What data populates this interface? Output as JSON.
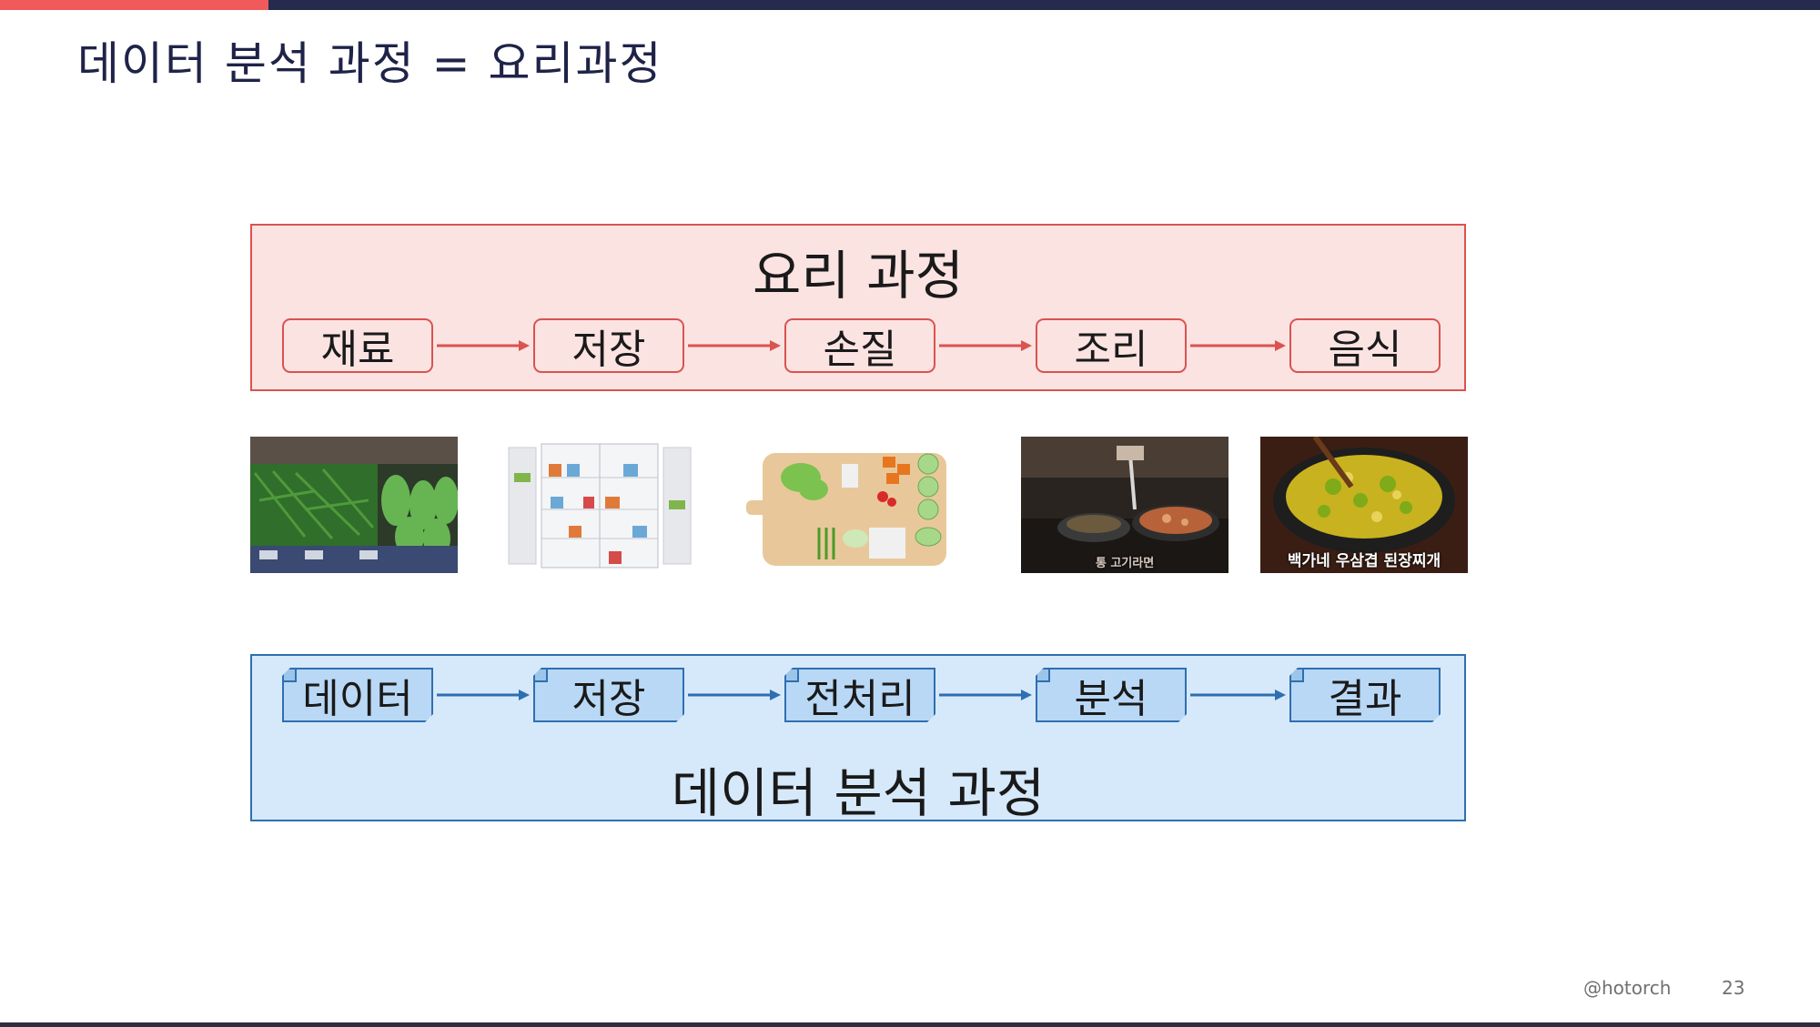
{
  "slide": {
    "title": "데이터 분석 과정 = 요리과정"
  },
  "cooking": {
    "title": "요리 과정",
    "steps": [
      "재료",
      "저장",
      "손질",
      "조리",
      "음식"
    ]
  },
  "data_process": {
    "title": "데이터 분석 과정",
    "steps": [
      "데이터",
      "저장",
      "전처리",
      "분석",
      "결과"
    ]
  },
  "photos": {
    "cooking_caption": "통 고기라면",
    "food_caption": "백가네 우삼겹 된장찌개"
  },
  "footer": {
    "handle": "@hotorch",
    "page": "23"
  },
  "colors": {
    "accent_red": "#d9534f",
    "cooking_fill": "#fbe3e2",
    "data_blue": "#2f6fb0",
    "data_fill": "#d6e9fb",
    "title_navy": "#1f2348"
  }
}
